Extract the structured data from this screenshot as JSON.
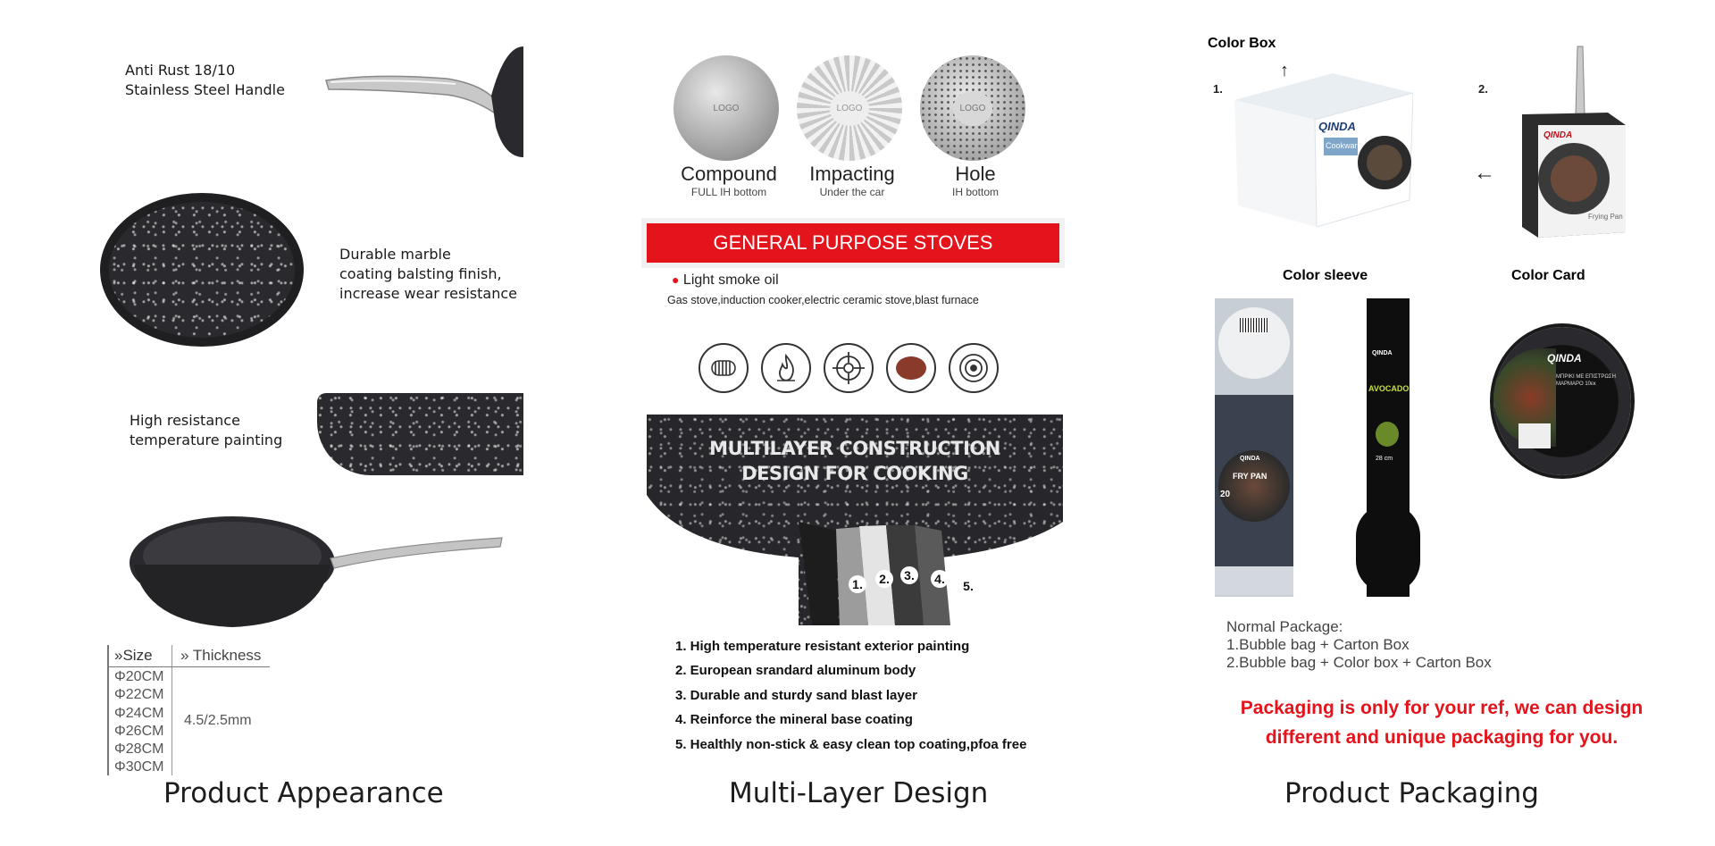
{
  "appearance": {
    "features": [
      "Anti Rust 18/10\nStainless Steel Handle",
      "Durable marble\ncoating balsting finish,\nincrease wear resistance",
      "High resistance\ntemperature painting"
    ],
    "table": {
      "size_header": "Size",
      "thickness_header": "Thickness",
      "sizes": [
        "Φ20CM",
        "Φ22CM",
        "Φ24CM",
        "Φ26CM",
        "Φ28CM",
        "Φ30CM"
      ],
      "thickness": "4.5/2.5mm"
    },
    "title": "Product Appearance"
  },
  "multilayer": {
    "discs": [
      {
        "logo": "LOGO",
        "name": "Compound",
        "sub": "FULL IH bottom"
      },
      {
        "logo": "LOGO",
        "name": "Impacting",
        "sub": "Under the car"
      },
      {
        "logo": "LOGO",
        "name": "Hole",
        "sub": "IH bottom"
      }
    ],
    "banner": "GENERAL PURPOSE STOVES",
    "bullet": "Light smoke oil",
    "stoves": "Gas stove,induction cooker,electric ceramic stove,blast furnace",
    "stove_icons": [
      "coil-icon",
      "flame-icon",
      "gas-burner-icon",
      "ceramic-plate-icon",
      "induction-icon"
    ],
    "construction_heading": [
      "MULTILAYER CONSTRUCTION",
      "DESIGN FOR COOKING"
    ],
    "layer_numbers": [
      "1.",
      "2.",
      "3.",
      "4.",
      "5."
    ],
    "layers": [
      "1. High temperature resistant exterior painting",
      "2. European srandard aluminum body",
      "3. Durable and sturdy sand blast layer",
      "4. Reinforce the mineral base coating",
      "5. Healthly non-stick & easy clean top coating,pfoa free"
    ],
    "title": "Multi-Layer Design"
  },
  "packaging": {
    "color_box_label": "Color Box",
    "num1": "1.",
    "num2": "2.",
    "brand": "QINDA",
    "box_tag": "Cookware",
    "card_tag": "Frying Pan",
    "sleeve_label": "Color sleeve",
    "card_label": "Color Card",
    "sleeve1_tag": "FRY PAN",
    "sleeve1_size": "20",
    "sleeve2_tag": "AVOCADO",
    "sleeve2_size": "28 cm",
    "card_greek": "ΜΠΡΙΚΙ ΜΕ ΕΠΙΣΤΡΩΣΗ\nΜΑΡΜΑΡΟ 10εκ",
    "normal_package": {
      "heading": "Normal Package",
      "lines": [
        "1.Bubble bag + Carton Box",
        "2.Bubble bag + Color box + Carton Box"
      ]
    },
    "note": [
      "Packaging is only for your ref, we can design",
      "different and unique packaging for you."
    ],
    "title": "Product Packaging"
  },
  "colors": {
    "accent_red": "#e3141b",
    "pan_black": "#2a2a2e",
    "steel": "#b8b8b8"
  }
}
